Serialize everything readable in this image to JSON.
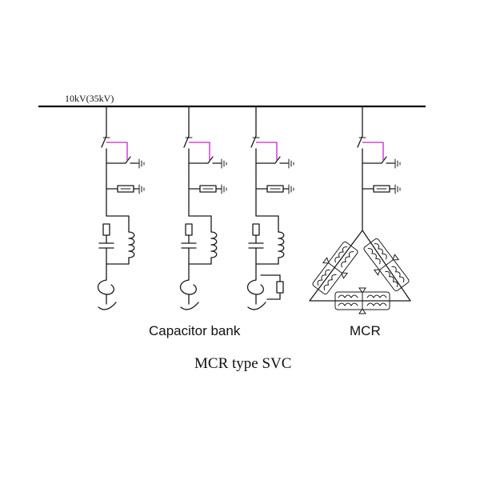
{
  "diagram": {
    "bus_label": "10kV(35kV)",
    "capacitor_bank_label": "Capacitor bank",
    "mcr_label": "MCR",
    "title": "MCR type SVC"
  },
  "colors": {
    "line": "#1a1a1a",
    "switch_link": "#d020c8",
    "background": "#ffffff"
  }
}
